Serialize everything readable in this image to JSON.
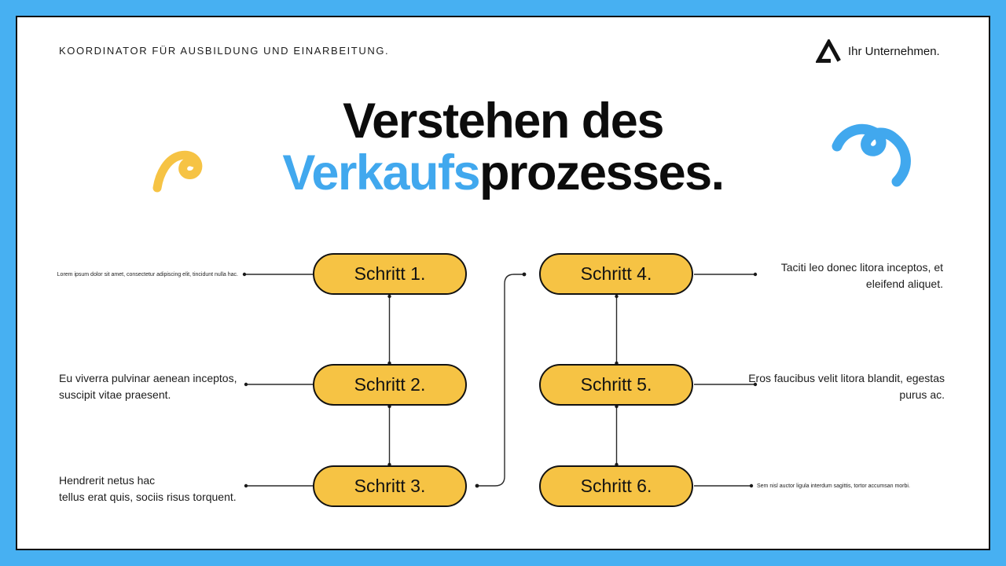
{
  "header": {
    "kicker": "KOORDINATOR FÜR AUSBILDUNG UND EINARBEITUNG.",
    "brand": "Ihr Unternehmen."
  },
  "title": {
    "line1": "Verstehen des",
    "line2_highlight": "Verkaufs",
    "line2_rest": "prozesses."
  },
  "steps": [
    {
      "label": "Schritt 1.",
      "side": "left",
      "note_lines": [
        "Lorem ipsum dolor sit amet, consectetur adipiscing elit, tincidunt nulla hac."
      ]
    },
    {
      "label": "Schritt 2.",
      "side": "left",
      "note_lines": [
        "Eu viverra pulvinar aenean inceptos,",
        "suscipit vitae praesent."
      ]
    },
    {
      "label": "Schritt 3.",
      "side": "left",
      "note_lines": [
        "Hendrerit netus hac",
        "tellus erat quis, sociis risus torquent."
      ]
    },
    {
      "label": "Schritt 4.",
      "side": "right",
      "note_lines": [
        "Taciti leo donec litora inceptos, et",
        "eleifend aliquet."
      ]
    },
    {
      "label": "Schritt 5.",
      "side": "right",
      "note_lines": [
        "Eros faucibus velit litora blandit, egestas",
        "purus ac."
      ]
    },
    {
      "label": "Schritt 6.",
      "side": "right",
      "note_lines": [
        "Sem nisl auctor ligula interdum sagittis, tortor accumsan morbi."
      ]
    }
  ],
  "colors": {
    "frame_blue": "#47B0F2",
    "accent_blue": "#41A8EE",
    "pill_yellow": "#F6C344",
    "ink": "#111111"
  },
  "icons": {
    "logo": "triangle-logo-icon",
    "doodle_left": "yellow-curl-doodle",
    "doodle_right": "blue-curl-doodle"
  }
}
